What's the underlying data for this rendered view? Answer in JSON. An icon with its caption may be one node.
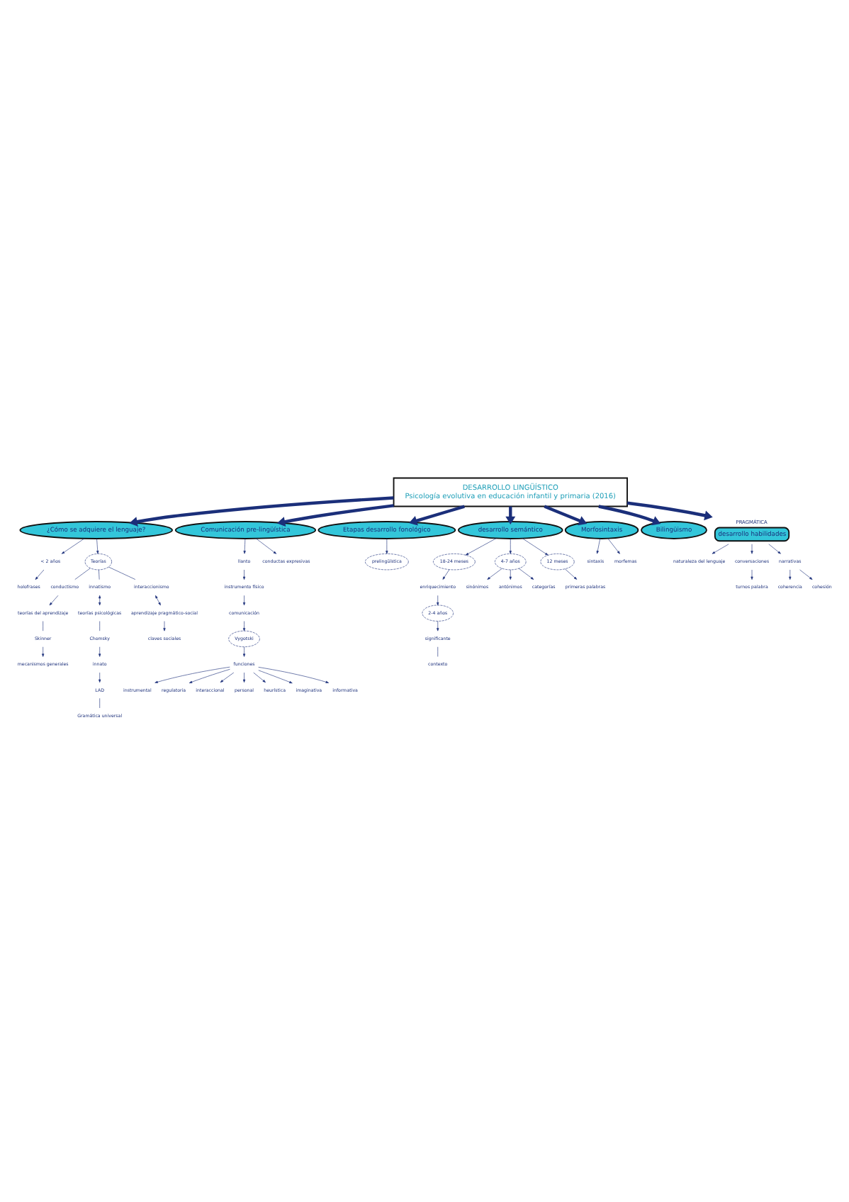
{
  "diagram": {
    "nodes": [
      {
        "text": [
          "DESARROLLO LINGÜÍSTICO",
          "Psicología evolutiva en educación infantil y primaria (2016)"
        ]
      },
      {
        "text": [
          "¿Cómo se adquiere el lenguaje?"
        ]
      },
      {
        "text": [
          "< 2 años"
        ]
      },
      {
        "text": [
          "holofrases"
        ]
      },
      {
        "text": [
          "Teorías"
        ]
      },
      {
        "text": [
          "conductismo"
        ]
      },
      {
        "text": [
          "innatismo"
        ]
      },
      {
        "text": [
          "interaccionismo"
        ]
      },
      {
        "text": [
          "teorías del aprendizaje"
        ]
      },
      {
        "text": [
          "teorías psicológicas"
        ]
      },
      {
        "text": [
          "Skinner"
        ]
      },
      {
        "text": [
          "mecanismos generales"
        ]
      },
      {
        "text": [
          "Chomsky"
        ]
      },
      {
        "text": [
          "innato"
        ]
      },
      {
        "text": [
          "LAD"
        ]
      },
      {
        "text": [
          "Gramática universal"
        ]
      },
      {
        "text": [
          "aprendizaje pragmático-social"
        ]
      },
      {
        "text": [
          "claves sociales"
        ]
      },
      {
        "text": [
          "Comunicación pre-lingüística"
        ]
      },
      {
        "text": [
          "llanto"
        ]
      },
      {
        "text": [
          "instrumento físico"
        ]
      },
      {
        "text": [
          "comunicación"
        ]
      },
      {
        "text": [
          "conductas expresivas"
        ]
      },
      {
        "text": [
          "Vygotski"
        ]
      },
      {
        "text": [
          "funciones"
        ]
      },
      {
        "text": [
          "instrumental"
        ]
      },
      {
        "text": [
          "regulatoria"
        ]
      },
      {
        "text": [
          "interaccional"
        ]
      },
      {
        "text": [
          "personal"
        ]
      },
      {
        "text": [
          "heurística"
        ]
      },
      {
        "text": [
          "imaginativa"
        ]
      },
      {
        "text": [
          "informativa"
        ]
      },
      {
        "text": [
          "Etapas desarrollo fonológico"
        ]
      },
      {
        "text": [
          "prelingüística"
        ]
      },
      {
        "text": [
          "desarrollo semántico"
        ]
      },
      {
        "text": [
          "18-24 meses"
        ]
      },
      {
        "text": [
          "enriquecimiento"
        ]
      },
      {
        "text": [
          "2-4 años"
        ]
      },
      {
        "text": [
          "significante"
        ]
      },
      {
        "text": [
          "contexto"
        ]
      },
      {
        "text": [
          "4-7 años"
        ]
      },
      {
        "text": [
          "sinónimos"
        ]
      },
      {
        "text": [
          "antónimos"
        ]
      },
      {
        "text": [
          "categorías"
        ]
      },
      {
        "text": [
          "12 meses"
        ]
      },
      {
        "text": [
          "primeras palabras"
        ]
      },
      {
        "text": [
          "Morfosintaxis"
        ]
      },
      {
        "text": [
          "sintaxis"
        ]
      },
      {
        "text": [
          "morfemas"
        ]
      },
      {
        "text": [
          "Bilingüismo"
        ]
      },
      {
        "text": [
          "desarrollo habilidades"
        ],
        "beside": [
          "PRAGMÁTICA"
        ]
      },
      {
        "text": [
          "naturaleza del lenguaje"
        ]
      },
      {
        "text": [
          "conversaciones"
        ]
      },
      {
        "text": [
          "turnos palabra"
        ]
      },
      {
        "text": [
          "narrativas"
        ]
      },
      {
        "text": [
          "coherencia"
        ]
      },
      {
        "text": [
          "cohesión"
        ]
      }
    ],
    "edges": [
      {
        "from": 0,
        "to": 1,
        "arrow": "to",
        "style": "thick"
      },
      {
        "from": 0,
        "to": 18,
        "arrow": "to",
        "style": "thick"
      },
      {
        "from": 0,
        "to": 32,
        "arrow": "to",
        "style": "thick"
      },
      {
        "from": 0,
        "to": 34,
        "arrow": "to",
        "style": "thick"
      },
      {
        "from": 0,
        "to": 46,
        "arrow": "to",
        "style": "thick"
      },
      {
        "from": 0,
        "to": 49,
        "arrow": "to",
        "style": "thick"
      },
      {
        "from": 0,
        "to": 50,
        "arrow": "to",
        "style": "thick"
      },
      {
        "from": 1,
        "to": 2,
        "arrow": "to"
      },
      {
        "from": 2,
        "to": 3,
        "arrow": "to"
      },
      {
        "from": 1,
        "to": 4,
        "arrow": "to"
      },
      {
        "from": 4,
        "to": 5,
        "arrow": "none"
      },
      {
        "from": 4,
        "to": 6,
        "arrow": "none"
      },
      {
        "from": 4,
        "to": 7,
        "arrow": "none"
      },
      {
        "from": 5,
        "to": 8,
        "arrow": "to"
      },
      {
        "from": 8,
        "to": 10,
        "arrow": "none"
      },
      {
        "from": 10,
        "to": 11,
        "arrow": "to"
      },
      {
        "from": 6,
        "to": 9,
        "arrow": "both"
      },
      {
        "from": 9,
        "to": 12,
        "arrow": "none"
      },
      {
        "from": 12,
        "to": 13,
        "arrow": "to"
      },
      {
        "from": 13,
        "to": 14,
        "arrow": "to"
      },
      {
        "from": 14,
        "to": 15,
        "arrow": "none"
      },
      {
        "from": 7,
        "to": 16,
        "arrow": "both"
      },
      {
        "from": 16,
        "to": 17,
        "arrow": "to"
      },
      {
        "from": 19,
        "to": 20,
        "arrow": "to"
      },
      {
        "from": 20,
        "to": 21,
        "arrow": "to"
      },
      {
        "from": 18,
        "to": 19,
        "arrow": "to"
      },
      {
        "from": 18,
        "to": 22,
        "arrow": "to"
      },
      {
        "from": 21,
        "to": 23,
        "arrow": "to"
      },
      {
        "from": 23,
        "to": 24,
        "arrow": "to"
      },
      {
        "from": 24,
        "to": 25,
        "arrow": "to"
      },
      {
        "from": 24,
        "to": 26,
        "arrow": "to"
      },
      {
        "from": 24,
        "to": 27,
        "arrow": "to"
      },
      {
        "from": 24,
        "to": 28,
        "arrow": "to"
      },
      {
        "from": 24,
        "to": 29,
        "arrow": "to"
      },
      {
        "from": 24,
        "to": 30,
        "arrow": "to"
      },
      {
        "from": 24,
        "to": 31,
        "arrow": "to"
      },
      {
        "from": 32,
        "to": 33,
        "arrow": "to"
      },
      {
        "from": 34,
        "to": 35,
        "arrow": "to"
      },
      {
        "from": 35,
        "to": 36,
        "arrow": "to"
      },
      {
        "from": 36,
        "to": 37,
        "arrow": "to"
      },
      {
        "from": 37,
        "to": 38,
        "arrow": "to"
      },
      {
        "from": 38,
        "to": 39,
        "arrow": "none"
      },
      {
        "from": 34,
        "to": 40,
        "arrow": "to"
      },
      {
        "from": 40,
        "to": 41,
        "arrow": "to"
      },
      {
        "from": 40,
        "to": 42,
        "arrow": "to"
      },
      {
        "from": 40,
        "to": 43,
        "arrow": "to"
      },
      {
        "from": 34,
        "to": 44,
        "arrow": "to"
      },
      {
        "from": 44,
        "to": 45,
        "arrow": "to"
      },
      {
        "from": 46,
        "to": 47,
        "arrow": "to"
      },
      {
        "from": 46,
        "to": 48,
        "arrow": "to"
      },
      {
        "from": 50,
        "to": 51,
        "arrow": "to"
      },
      {
        "from": 50,
        "to": 52,
        "arrow": "to"
      },
      {
        "from": 52,
        "to": 53,
        "arrow": "to"
      },
      {
        "from": 50,
        "to": 54,
        "arrow": "to"
      },
      {
        "from": 54,
        "to": 55,
        "arrow": "to"
      },
      {
        "from": 54,
        "to": 56,
        "arrow": "to"
      }
    ]
  }
}
